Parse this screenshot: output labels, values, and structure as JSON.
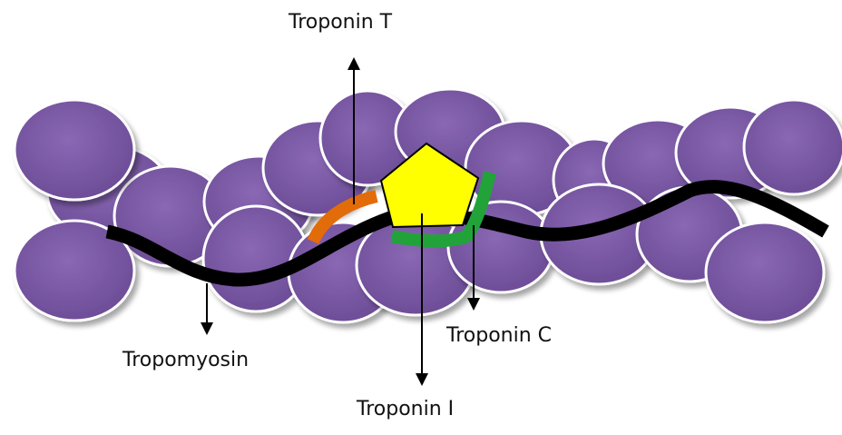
{
  "labels": {
    "troponin_t": "Troponin T",
    "tropomyosin": "Tropomyosin",
    "troponin_c": "Troponin C",
    "troponin_i": "Troponin I"
  },
  "colors": {
    "actin_fill": "#7b5aa6",
    "actin_outline": "#ffffff",
    "tropomyosin": "#000000",
    "troponin_t": "#e36c0a",
    "troponin_c": "#21a33a",
    "troponin_i": "#ffff00",
    "arrow": "#000000"
  }
}
